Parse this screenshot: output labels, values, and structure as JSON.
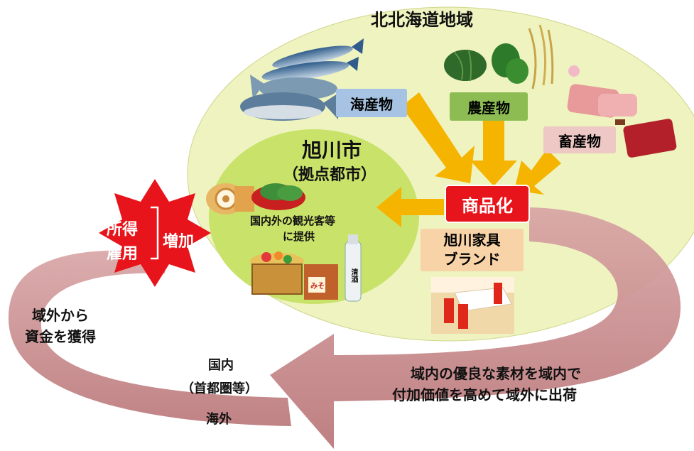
{
  "region_title": "北北海道地域",
  "city": {
    "name": "旭川市",
    "role": "（拠点都市）"
  },
  "products": {
    "marine": "海産物",
    "agri": "農産物",
    "livestock": "畜産物"
  },
  "commercialize": "商品化",
  "tourist_text": [
    "国内外の観光客等",
    "に提供"
  ],
  "furniture": [
    "旭川家具",
    "ブランド"
  ],
  "income": {
    "left": [
      "所得",
      "雇用"
    ],
    "right": "増加"
  },
  "funds_text": [
    "域外から",
    "資金を獲得"
  ],
  "destination": [
    "国内",
    "（首都圏等）",
    "海外"
  ],
  "export_text": [
    "域内の優良な素材を域内で",
    "付加価値を高めて域外に出荷"
  ],
  "food_labels": {
    "miso": "みそ",
    "sake": "清酒"
  },
  "colors": {
    "region_fill": "#eef3c0",
    "city_fill": "#c9e26a",
    "arrow_orange": "#f5b400",
    "big_arrow": "#c88b8c",
    "red": "#e8141b",
    "marine_box": "#a7c3e3",
    "agri_box": "#8dbd52",
    "livestock_box": "#edc8c4",
    "furniture_box": "#f8d3a8"
  }
}
